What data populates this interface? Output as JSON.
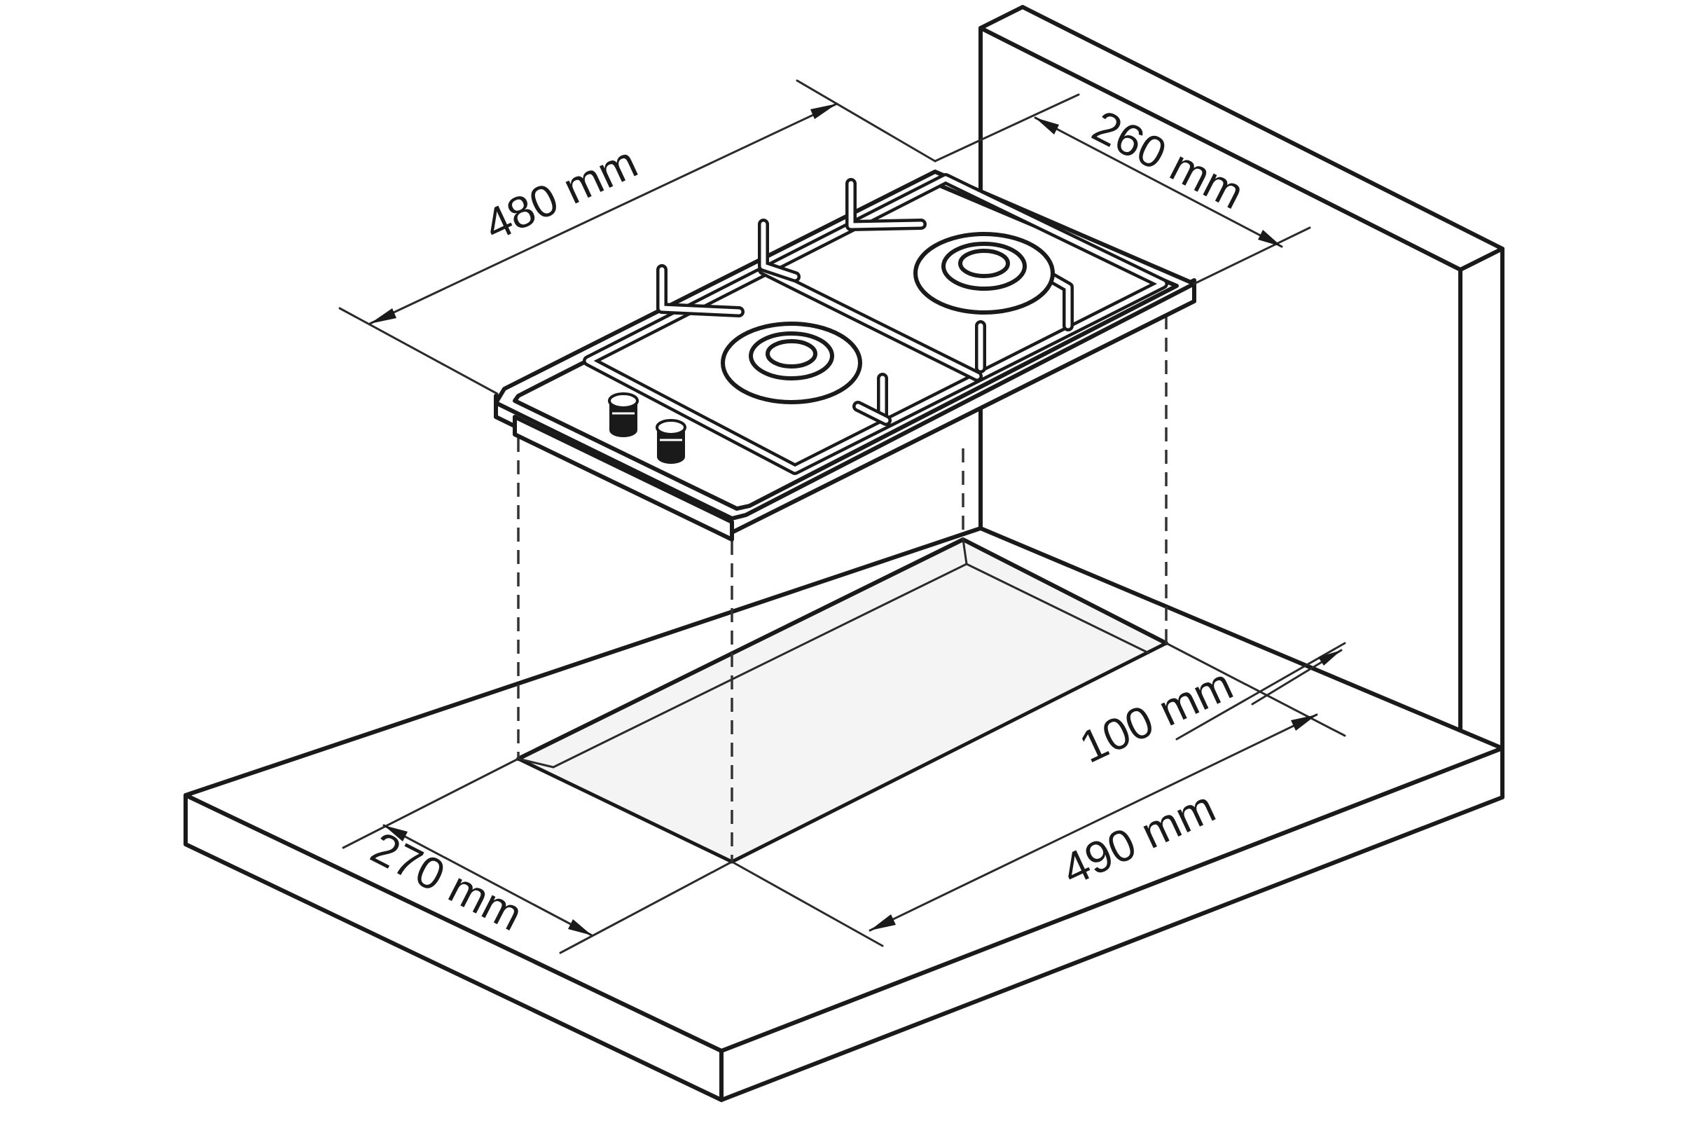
{
  "dimensions": {
    "hob_width": "480 mm",
    "hob_depth": "260 mm",
    "wall_clearance": "100 mm",
    "cutout_width": "490 mm",
    "cutout_depth": "270 mm"
  },
  "colors": {
    "line": "#1a1a1a",
    "background": "#ffffff"
  }
}
